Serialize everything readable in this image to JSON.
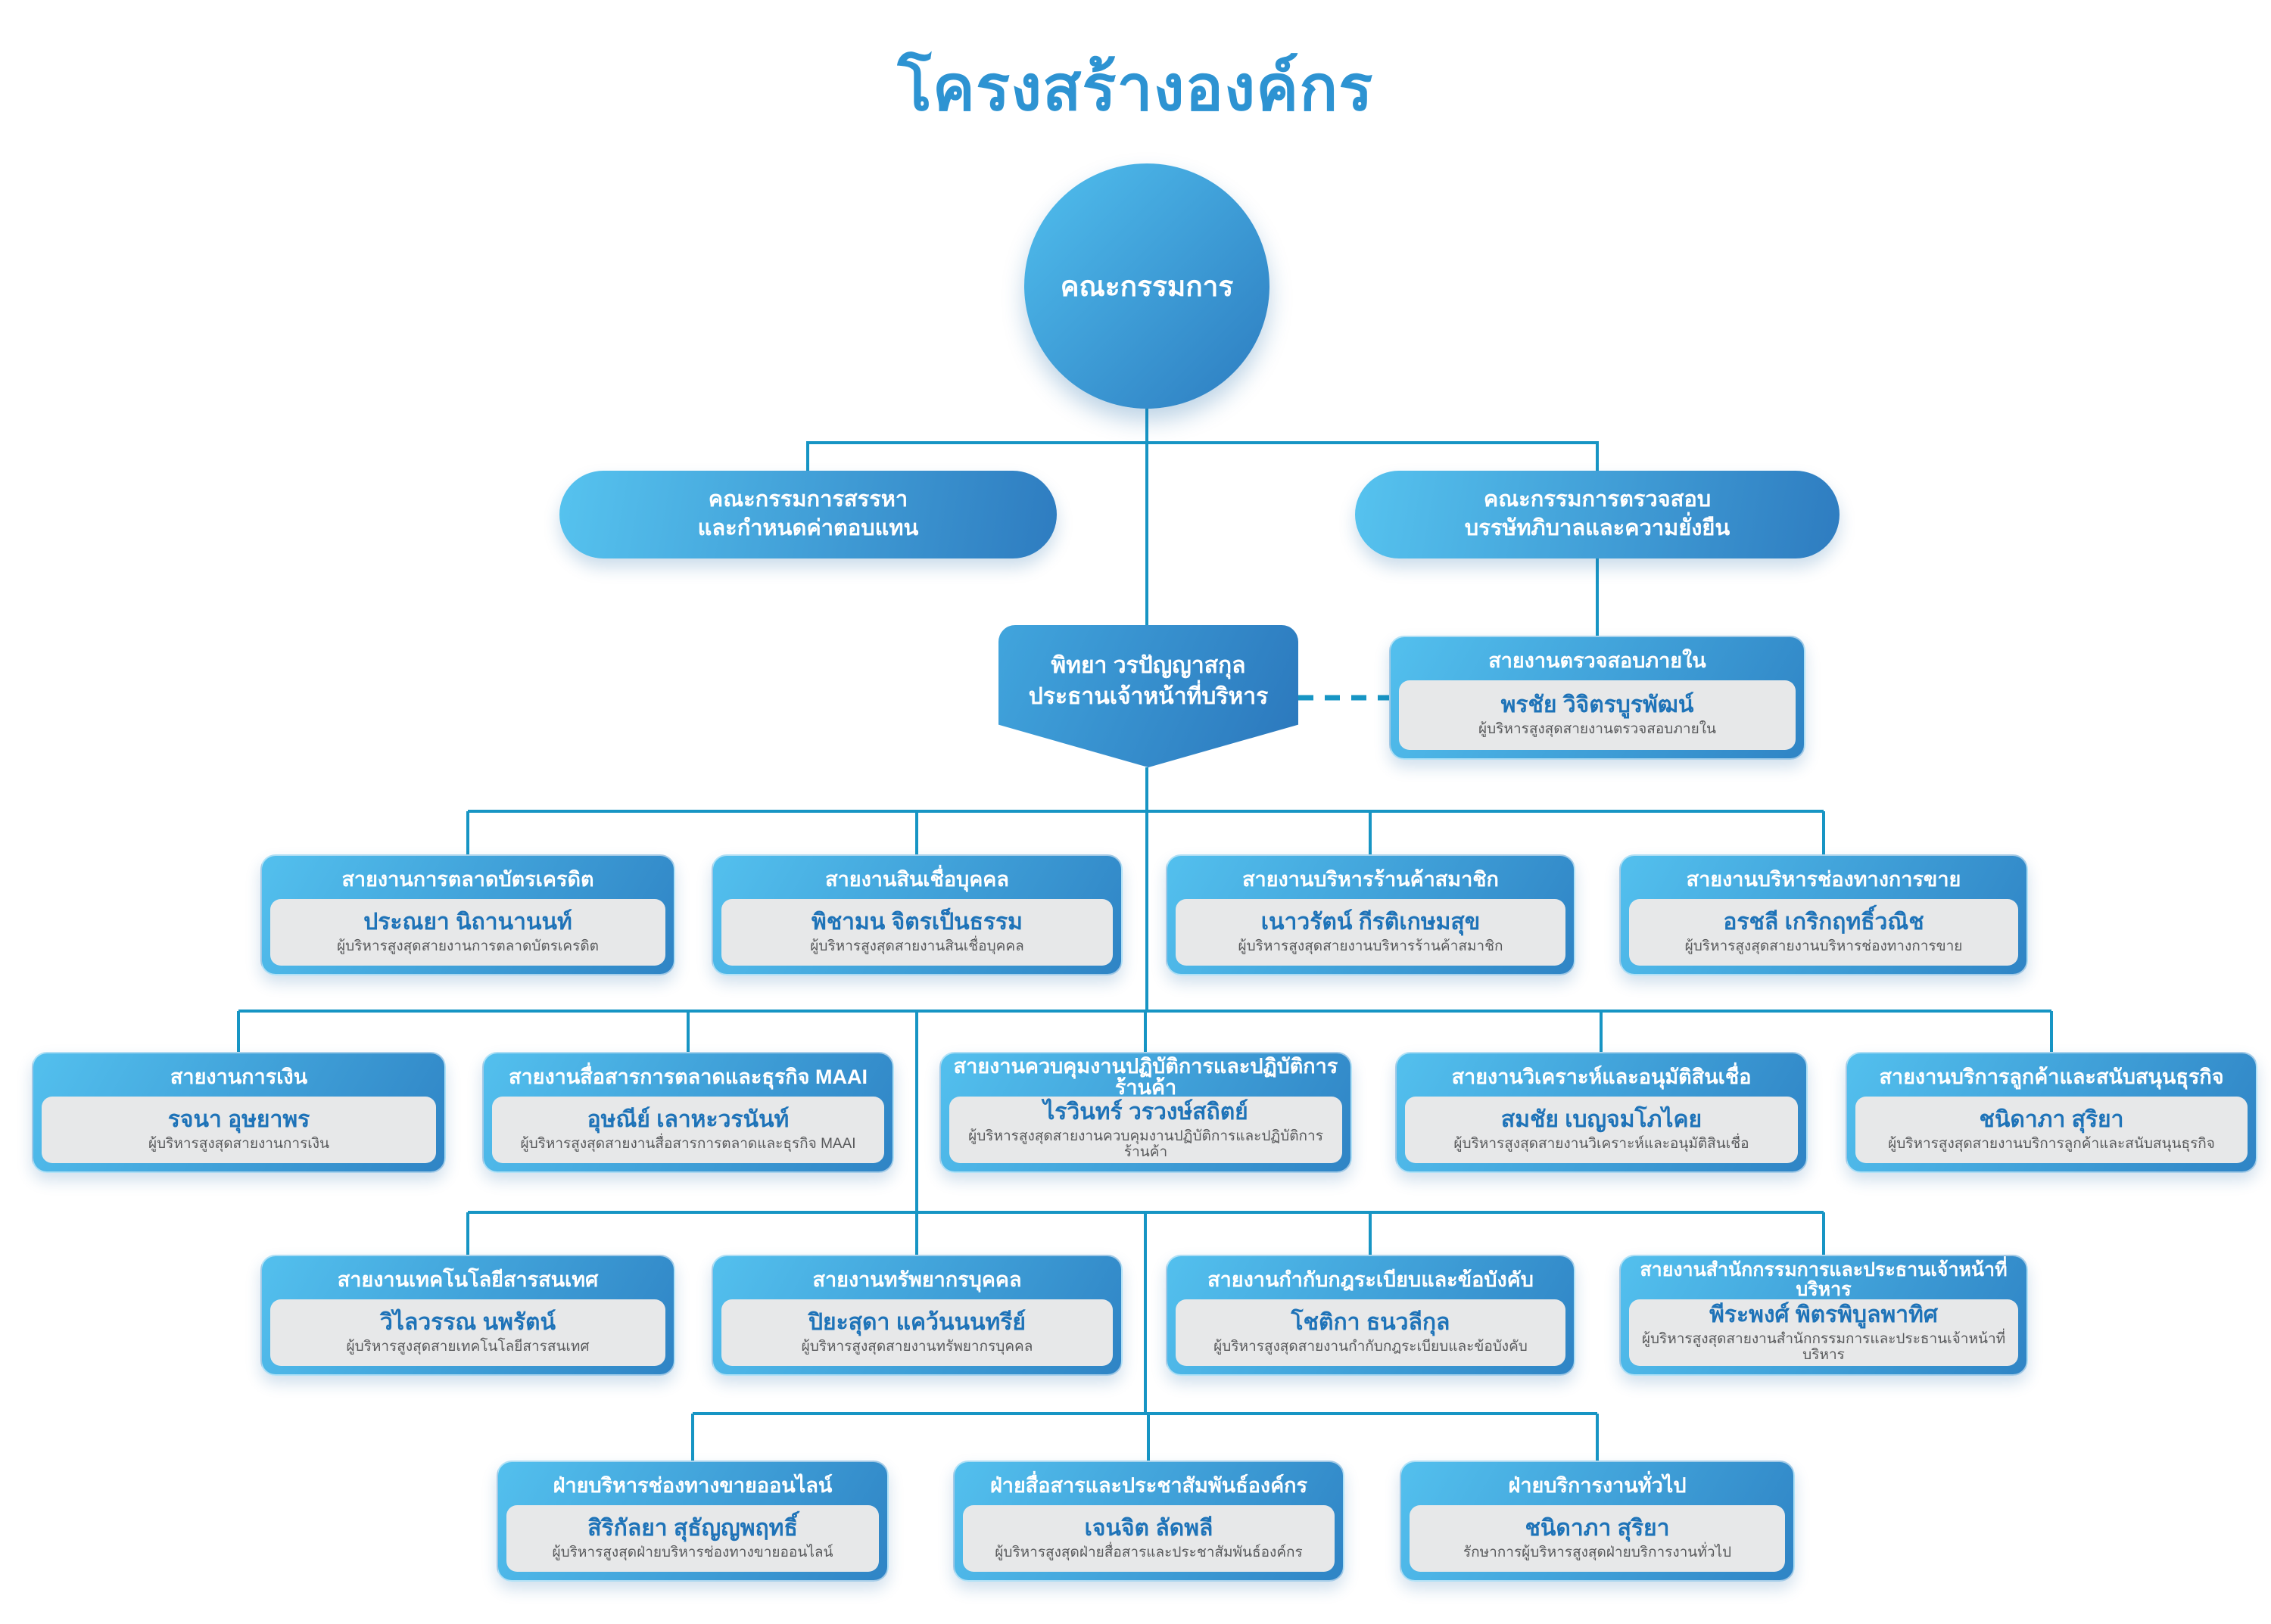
{
  "title": "โครงสร้างองค์กร",
  "board": {
    "label": "คณะกรรมการ"
  },
  "committees": [
    {
      "line1": "คณะกรรมการสรรหา",
      "line2": "และกำหนดค่าตอบแทน"
    },
    {
      "line1": "คณะกรรมการตรวจสอบ",
      "line2": "บรรษัทภิบาลและความยั่งยืน"
    }
  ],
  "ceo": {
    "name": "พิทยา วรปัญญาสกุล",
    "title": "ประธานเจ้าหน้าที่บริหาร"
  },
  "internal_audit": {
    "unit": "สายงานตรวจสอบภายใน",
    "name": "พรชัย วิจิตรบูรพัฒน์",
    "title": "ผู้บริหารสูงสุดสายงานตรวจสอบภายใน"
  },
  "rows": [
    {
      "units": [
        {
          "unit": "สายงานการตลาดบัตรเครดิต",
          "name": "ประณยา นิถานานนท์",
          "title": "ผู้บริหารสูงสุดสายงานการตลาดบัตรเครดิต"
        },
        {
          "unit": "สายงานสินเชื่อบุคคล",
          "name": "พิชามน จิตรเป็นธรรม",
          "title": "ผู้บริหารสูงสุดสายงานสินเชื่อบุคคล"
        },
        {
          "unit": "สายงานบริหารร้านค้าสมาชิก",
          "name": "เนาวรัตน์ กีรติเกษมสุข",
          "title": "ผู้บริหารสูงสุดสายงานบริหารร้านค้าสมาชิก"
        },
        {
          "unit": "สายงานบริหารช่องทางการขาย",
          "name": "อรชลี เกริกฤทธิ์วณิช",
          "title": "ผู้บริหารสูงสุดสายงานบริหารช่องทางการขาย"
        }
      ]
    },
    {
      "units": [
        {
          "unit": "สายงานการเงิน",
          "name": "รจนา อุษยาพร",
          "title": "ผู้บริหารสูงสุดสายงานการเงิน"
        },
        {
          "unit": "สายงานสื่อสารการตลาดและธุรกิจ MAAI",
          "name": "อุษณีย์ เลาหะวรนันท์",
          "title": "ผู้บริหารสูงสุดสายงานสื่อสารการตลาดและธุรกิจ MAAI"
        },
        {
          "unit": "สายงานควบคุมงานปฏิบัติการและปฏิบัติการร้านค้า",
          "name": "ไรวินทร์ วรวงษ์สถิตย์",
          "title": "ผู้บริหารสูงสุดสายงานควบคุมงานปฏิบัติการและปฏิบัติการร้านค้า"
        },
        {
          "unit": "สายงานวิเคราะห์และอนุมัติสินเชื่อ",
          "name": "สมชัย เบญจมโภไคย",
          "title": "ผู้บริหารสูงสุดสายงานวิเคราะห์และอนุมัติสินเชื่อ"
        },
        {
          "unit": "สายงานบริการลูกค้าและสนับสนุนธุรกิจ",
          "name": "ชนิดาภา สุริยา",
          "title": "ผู้บริหารสูงสุดสายงานบริการลูกค้าและสนับสนุนธุรกิจ"
        }
      ]
    },
    {
      "units": [
        {
          "unit": "สายงานเทคโนโลยีสารสนเทศ",
          "name": "วิไลวรรณ นพรัตน์",
          "title": "ผู้บริหารสูงสุดสายเทคโนโลยีสารสนเทศ"
        },
        {
          "unit": "สายงานทรัพยากรบุคคล",
          "name": "ปิยะสุดา แคว้นนนทรีย์",
          "title": "ผู้บริหารสูงสุดสายงานทรัพยากรบุคคล"
        },
        {
          "unit": "สายงานกำกับกฎระเบียบและข้อบังคับ",
          "name": "โชติกา ธนวลีกุล",
          "title": "ผู้บริหารสูงสุดสายงานกำกับกฎระเบียบและข้อบังคับ"
        },
        {
          "unit": "สายงานสำนักกรรมการและประธานเจ้าหน้าที่บริหาร",
          "name": "พีระพงศ์ พิตรพิบูลพาทิศ",
          "title": "ผู้บริหารสูงสุดสายงานสำนักกรรมการและประธานเจ้าหน้าที่บริหาร"
        }
      ]
    },
    {
      "units": [
        {
          "unit": "ฝ่ายบริหารช่องทางขายออนไลน์",
          "name": "สิริกัลยา สุธัญญพฤทธิ์",
          "title": "ผู้บริหารสูงสุดฝ่ายบริหารช่องทางขายออนไลน์"
        },
        {
          "unit": "ฝ่ายสื่อสารและประชาสัมพันธ์องค์กร",
          "name": "เจนจิต ลัดพลี",
          "title": "ผู้บริหารสูงสุดฝ่ายสื่อสารและประชาสัมพันธ์องค์กร"
        },
        {
          "unit": "ฝ่ายบริการงานทั่วไป",
          "name": "ชนิดาภา สุริยา",
          "title": "รักษาการผู้บริหารสูงสุดฝ่ายบริการงานทั่วไป"
        }
      ]
    }
  ],
  "colors": {
    "title_blue": "#2d93d2",
    "line_teal": "#1795c4",
    "gradient_light": "#53c0ee",
    "gradient_dark": "#2f84c5",
    "name_blue": "#1e73b8",
    "role_gray": "#58595b",
    "panel_gray": "#e7e8e9"
  }
}
